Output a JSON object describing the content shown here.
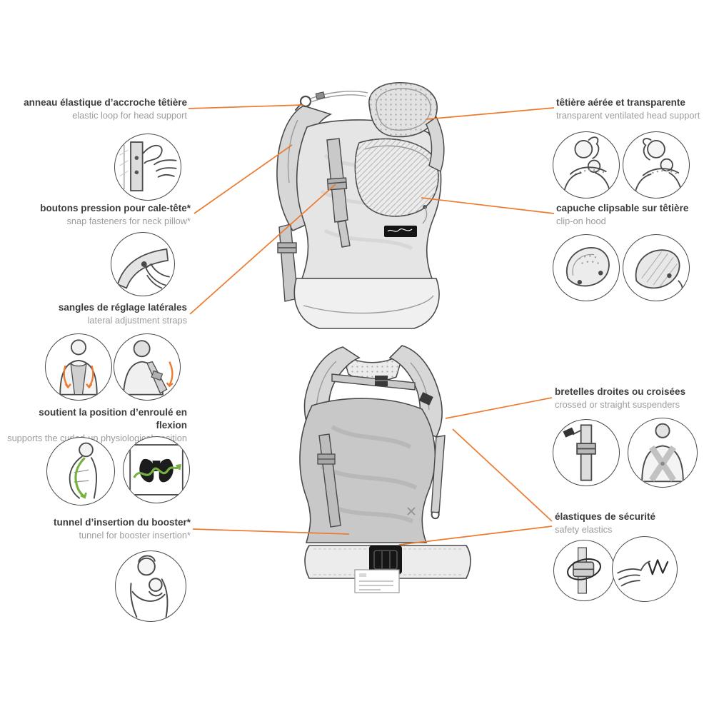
{
  "accent_color": "#EC7A2F",
  "green_color": "#76b041",
  "features": {
    "left": [
      {
        "fr": "anneau élastique d’accroche têtière",
        "en": "elastic loop for head support"
      },
      {
        "fr": "boutons pression pour cale-tête*",
        "en": "snap fasteners for neck pillow*"
      },
      {
        "fr": "sangles de réglage latérales",
        "en": "lateral adjustment straps"
      },
      {
        "fr": "soutient la position d’enroulé en flexion",
        "en": "supports the curled-up physiological position"
      },
      {
        "fr": "tunnel d’insertion du booster*",
        "en": "tunnel for booster insertion*"
      }
    ],
    "right": [
      {
        "fr": "têtière aérée et transparente",
        "en": "transparent ventilated head support"
      },
      {
        "fr": "capuche clipsable sur têtière",
        "en": "clip-on hood"
      },
      {
        "fr": "bretelles droites ou croisées",
        "en": "crossed or straight suspenders"
      },
      {
        "fr": "élastiques de sécurité",
        "en": "safety elastics"
      }
    ]
  }
}
